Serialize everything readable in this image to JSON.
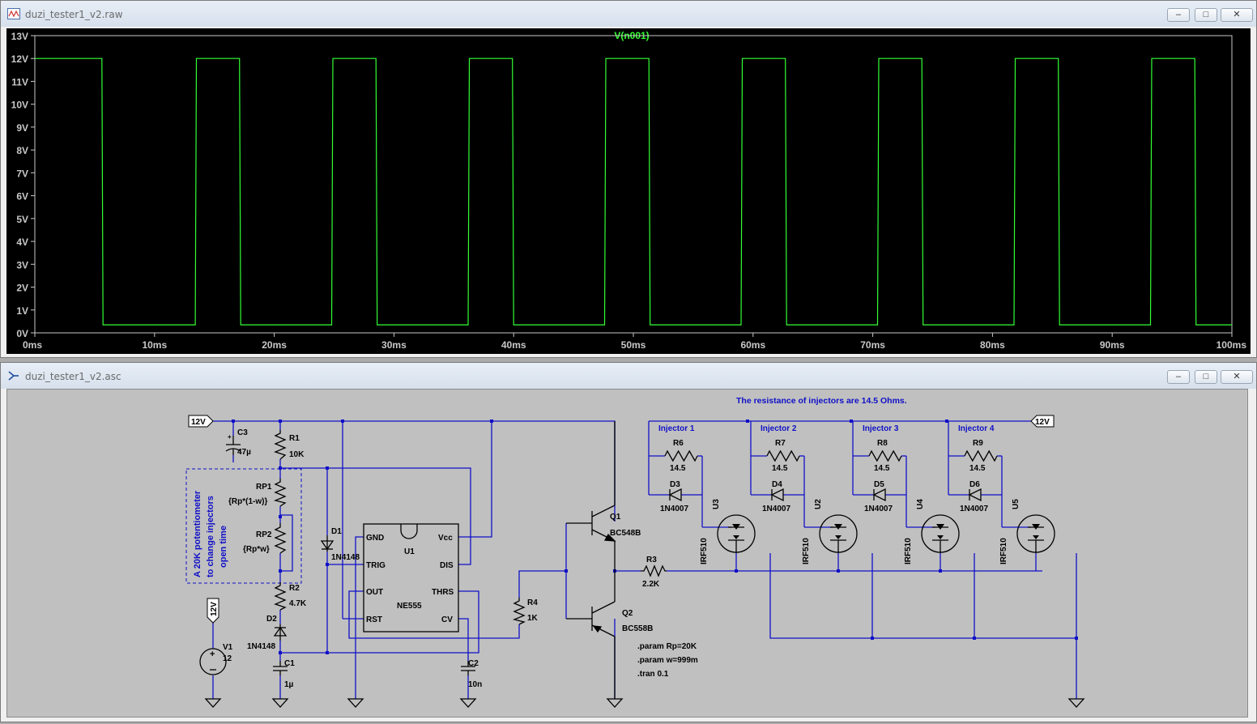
{
  "waveform_window": {
    "title": "duzi_tester1_v2.raw",
    "controls": {
      "minimize": "–",
      "maximize": "□",
      "close": "✕"
    }
  },
  "schematic_window": {
    "title": "duzi_tester1_v2.asc",
    "controls": {
      "minimize": "–",
      "maximize": "□",
      "close": "✕"
    }
  },
  "chart_data": {
    "type": "line",
    "title": "V(n001)",
    "background": "#000000",
    "trace_color": "#33ff33",
    "axis_color": "#c8c8c8",
    "xlim": [
      0,
      100
    ],
    "ylim": [
      0,
      13
    ],
    "x_ticks": [
      "0ms",
      "10ms",
      "20ms",
      "30ms",
      "40ms",
      "50ms",
      "60ms",
      "70ms",
      "80ms",
      "90ms",
      "100ms"
    ],
    "y_ticks": [
      "0V",
      "1V",
      "2V",
      "3V",
      "4V",
      "5V",
      "6V",
      "7V",
      "8V",
      "9V",
      "10V",
      "11V",
      "12V",
      "13V"
    ],
    "series": [
      {
        "name": "V(n001)",
        "x": [
          0,
          5.6,
          5.7,
          13.4,
          13.5,
          17.1,
          17.2,
          24.8,
          24.9,
          28.5,
          28.6,
          36.2,
          36.3,
          39.9,
          40.0,
          47.6,
          47.7,
          51.3,
          51.4,
          59.0,
          59.1,
          62.7,
          62.8,
          70.4,
          70.5,
          74.1,
          74.2,
          81.8,
          81.9,
          85.5,
          85.6,
          93.2,
          93.3,
          96.9,
          97.0,
          100
        ],
        "y": [
          12.0,
          12.0,
          0.35,
          0.35,
          12.0,
          12.0,
          0.35,
          0.35,
          12.0,
          12.0,
          0.35,
          0.35,
          12.0,
          12.0,
          0.35,
          0.35,
          12.0,
          12.0,
          0.35,
          0.35,
          12.0,
          12.0,
          0.35,
          0.35,
          12.0,
          12.0,
          0.35,
          0.35,
          12.0,
          12.0,
          0.35,
          0.35,
          12.0,
          12.0,
          0.35,
          0.35
        ]
      }
    ]
  },
  "schematic": {
    "wire_color": "#0000cc",
    "component_color": "#000000",
    "note": "The resistance of injectors are 14.5 Ohms.",
    "net_labels": {
      "vcc_left": "12V",
      "vcc_right": "12V",
      "v1_label": "12V"
    },
    "c3": {
      "name": "C3",
      "value": "47µ",
      "plus": "+"
    },
    "r1": {
      "name": "R1",
      "value": "10K"
    },
    "rp1": {
      "name": "RP1",
      "value": "{Rp*(1-w)}"
    },
    "rp2": {
      "name": "RP2",
      "value": "{Rp*w}"
    },
    "r2": {
      "name": "R2",
      "value": "4.7K"
    },
    "d2": {
      "name": "D2",
      "value": "1N4148"
    },
    "c1": {
      "name": "C1",
      "value": "1µ"
    },
    "d1": {
      "name": "D1",
      "value": "1N4148"
    },
    "v1": {
      "name": "V1",
      "value": "12"
    },
    "pot_comment": [
      "A 20K potentiometer",
      "to change injectors",
      "open time"
    ],
    "u1": {
      "name": "U1",
      "part": "NE555",
      "pins": {
        "gnd": "GND",
        "trig": "TRIG",
        "out": "OUT",
        "rst": "RST",
        "vcc": "Vcc",
        "dis": "DIS",
        "thrs": "THRS",
        "cv": "CV"
      }
    },
    "c2": {
      "name": "C2",
      "value": "10n"
    },
    "r4": {
      "name": "R4",
      "value": "1K"
    },
    "q1": {
      "name": "Q1",
      "value": "BC548B"
    },
    "q2": {
      "name": "Q2",
      "value": "BC558B"
    },
    "r3": {
      "name": "R3",
      "value": "2.2K"
    },
    "directives": [
      ".param Rp=20K",
      ".param w=999m",
      ".tran 0.1"
    ],
    "injectors": [
      {
        "label": "Injector 1",
        "r": "R6",
        "rv": "14.5",
        "d": "D3",
        "dv": "1N4007",
        "u": "U3",
        "m": "IRF510"
      },
      {
        "label": "Injector 2",
        "r": "R7",
        "rv": "14.5",
        "d": "D4",
        "dv": "1N4007",
        "u": "U2",
        "m": "IRF510"
      },
      {
        "label": "Injector 3",
        "r": "R8",
        "rv": "14.5",
        "d": "D5",
        "dv": "1N4007",
        "u": "U4",
        "m": "IRF510"
      },
      {
        "label": "Injector 4",
        "r": "R9",
        "rv": "14.5",
        "d": "D6",
        "dv": "1N4007",
        "u": "U5",
        "m": "IRF510"
      }
    ]
  }
}
